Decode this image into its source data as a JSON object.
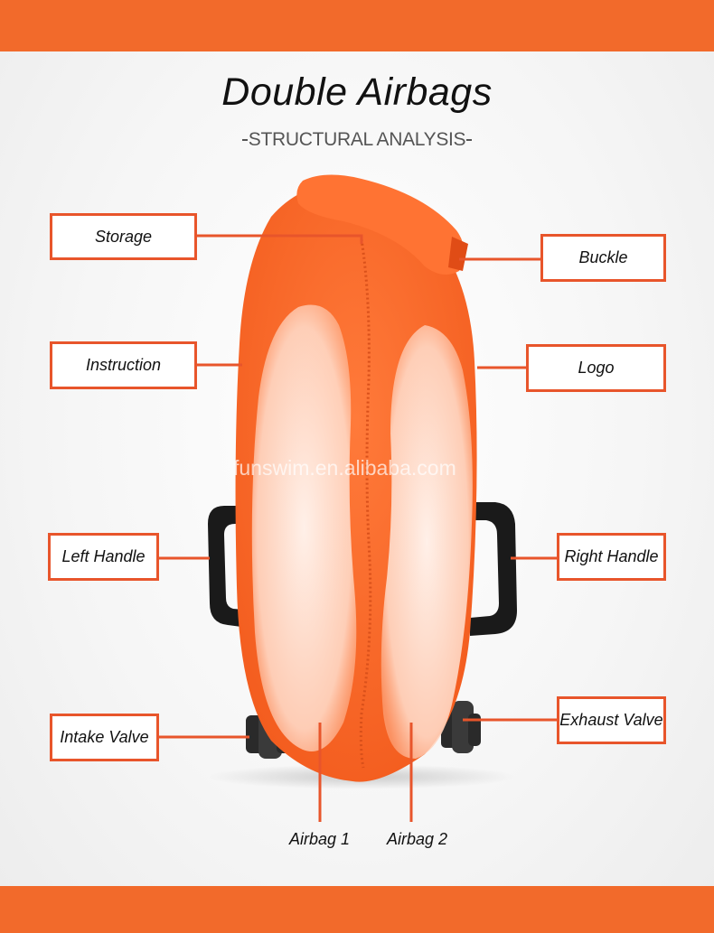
{
  "header": {
    "title": "Double Airbags",
    "subtitle": "STRUCTURAL ANALYSIS"
  },
  "watermark": "funswim.en.alibaba.com",
  "labels": {
    "storage": "Storage",
    "buckle": "Buckle",
    "instruction": "Instruction",
    "logo": "Logo",
    "left_handle": "Left Handle",
    "right_handle": "Right Handle",
    "intake_valve": "Intake Valve",
    "exhaust_valve": "Exhaust Valve",
    "airbag_1": "Airbag 1",
    "airbag_2": "Airbag 2"
  },
  "colors": {
    "accent": "#f26a2b",
    "callout_border": "#e8552b",
    "bag_orange": "#ff6a2a",
    "handle": "#1a1a1a"
  }
}
